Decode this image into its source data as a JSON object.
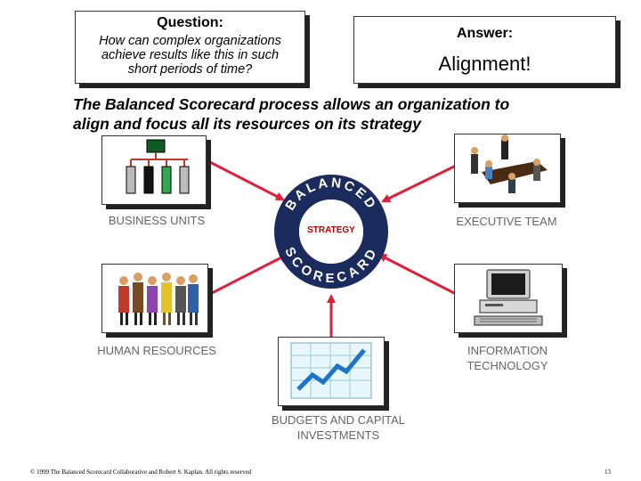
{
  "question": {
    "title": "Question:",
    "lines": [
      "How can complex organizations",
      "achieve results like this in such",
      "short periods of time?"
    ]
  },
  "answer": {
    "title": "Answer:",
    "text": "Alignment!"
  },
  "headline": {
    "lines": [
      "The Balanced Scorecard process allows an organization to",
      "align and focus all its resources on its strategy"
    ]
  },
  "ring": {
    "top_text": "BALANCED",
    "bottom_text": "SCORECARD",
    "center": "STRATEGY"
  },
  "labels": {
    "business_units": "BUSINESS UNITS",
    "executive_team": "EXECUTIVE TEAM",
    "human_resources": "HUMAN RESOURCES",
    "information_technology": [
      "INFORMATION",
      "TECHNOLOGY"
    ],
    "budgets": [
      "BUDGETS AND CAPITAL",
      "INVESTMENTS"
    ]
  },
  "footer": {
    "copyright": "© 1999 The Balanced Scorecard Collaborative and Robert S. Kaplan. All rights reserved",
    "page": "13"
  },
  "colors": {
    "ring": "#1c2b5e",
    "arrow": "#e0203a",
    "strategy": "#c00000"
  }
}
